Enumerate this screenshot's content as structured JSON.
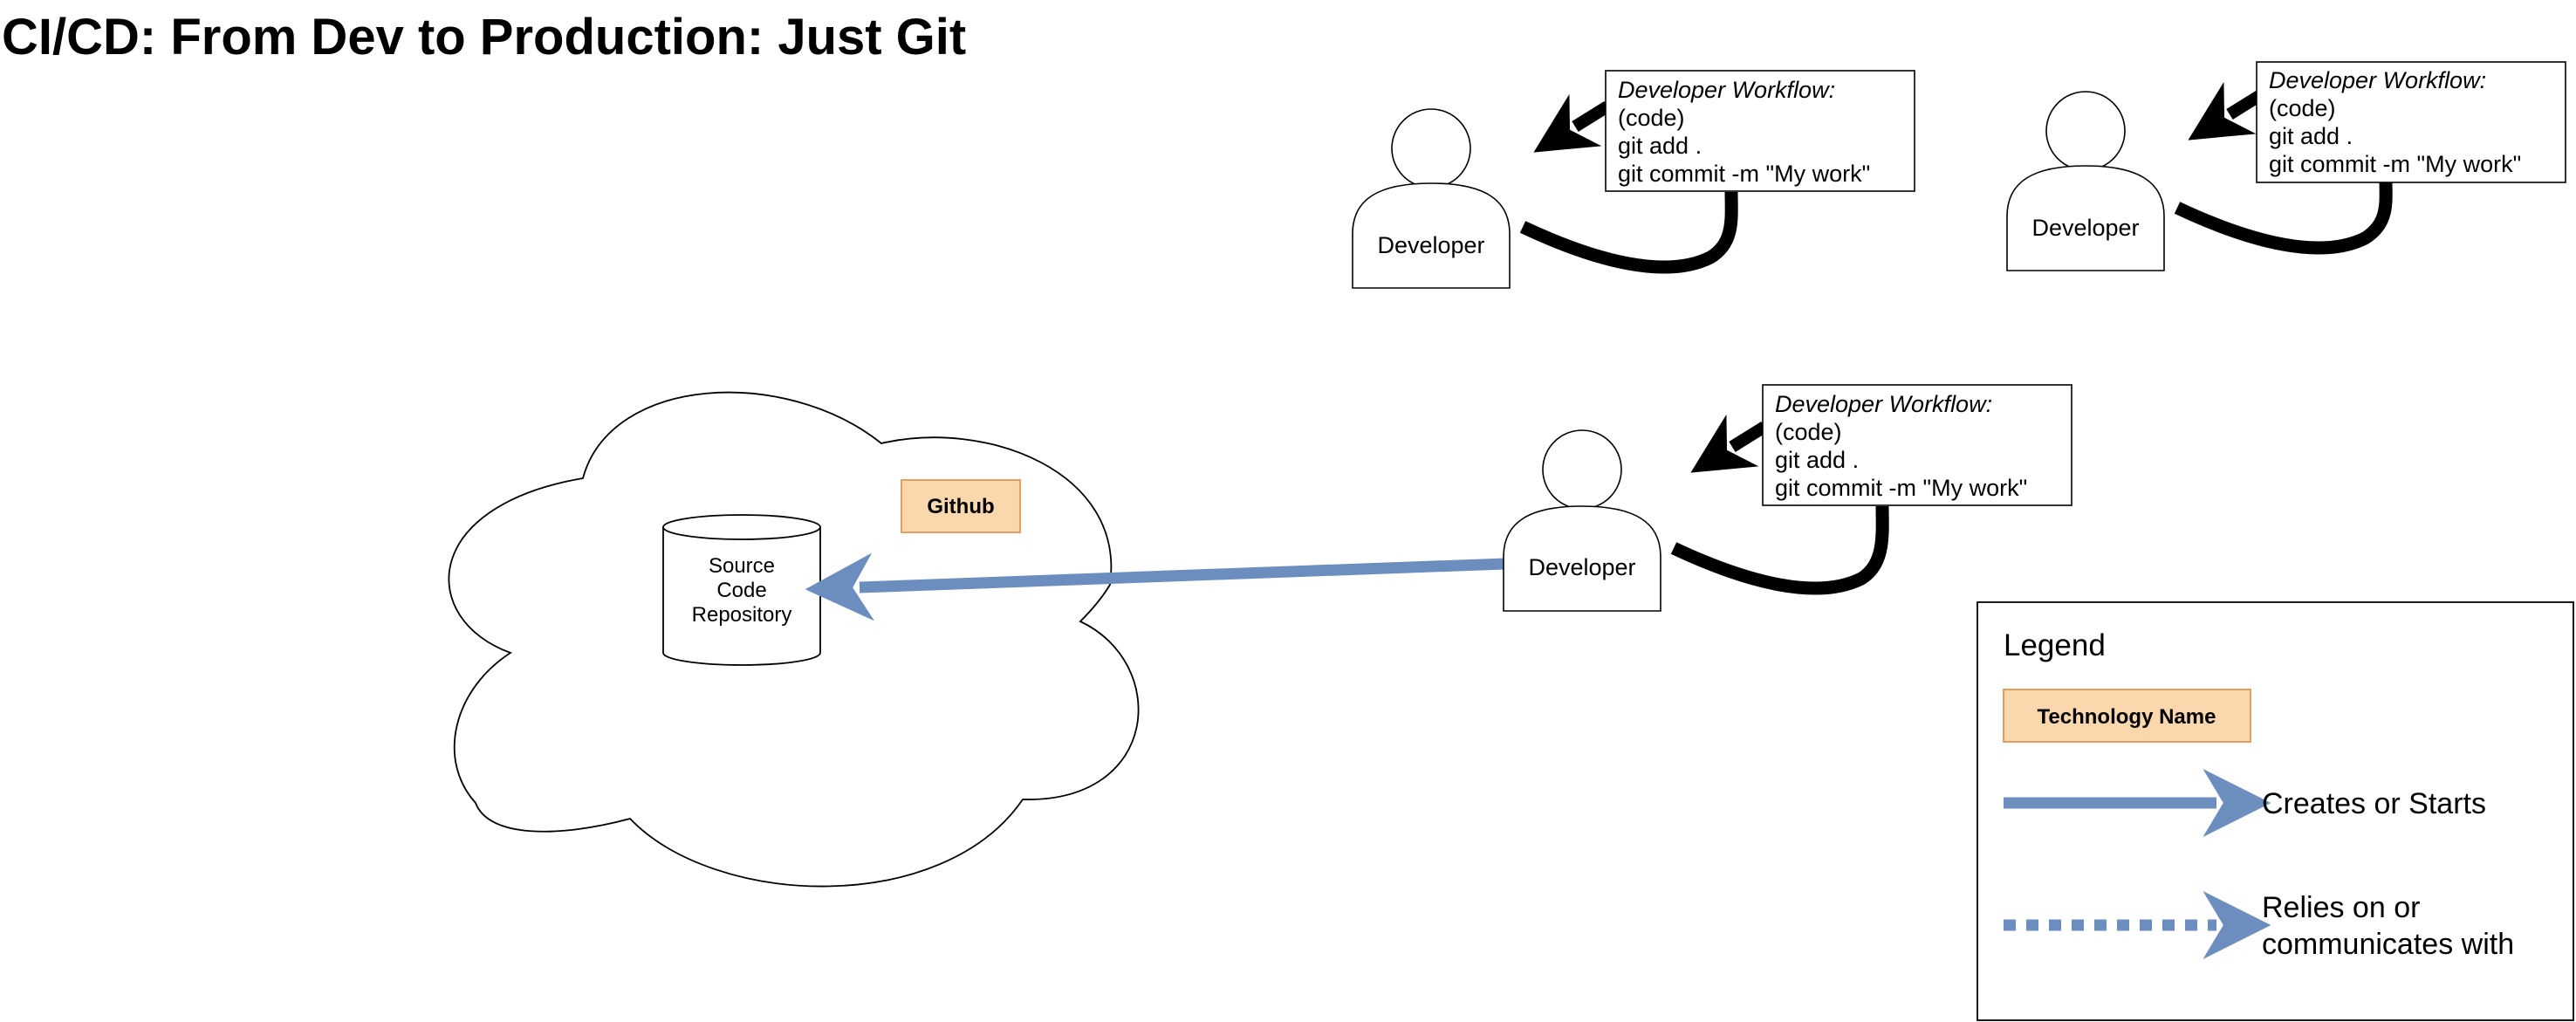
{
  "title": "CI/CD: From Dev to Production: Just Git",
  "cloud": {
    "tech_badge": "Github",
    "repository": [
      "Source",
      "Code",
      "Repository"
    ]
  },
  "developers": [
    {
      "label": "Developer",
      "workflow": {
        "heading": "Developer Workflow:",
        "lines": [
          "(code)",
          "git add .",
          "git commit -m \"My work\""
        ]
      }
    },
    {
      "label": "Developer",
      "workflow": {
        "heading": "Developer Workflow:",
        "lines": [
          "(code)",
          "git add .",
          "git commit -m \"My work\""
        ]
      }
    },
    {
      "label": "Developer",
      "workflow": {
        "heading": "Developer Workflow:",
        "lines": [
          "(code)",
          "git add .",
          "git commit -m \"My work\""
        ]
      }
    }
  ],
  "legend": {
    "title": "Legend",
    "tech_badge": "Technology Name",
    "solid_arrow": [
      "Creates or Starts"
    ],
    "dotted_arrow": [
      "Relies on or",
      "communicates with"
    ]
  },
  "colors": {
    "badge_fill": "#fad7ac",
    "badge_stroke": "#e0a060",
    "arrow": "#6c8ebf",
    "outline": "#000000"
  }
}
